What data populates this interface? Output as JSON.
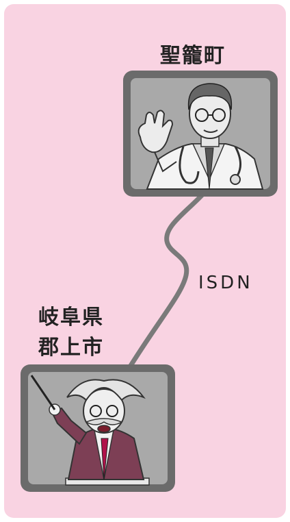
{
  "locations": {
    "remote": "聖籠町",
    "local_line1": "岐阜県",
    "local_line2": "郡上市"
  },
  "connection": {
    "label": "ISDN"
  },
  "colors": {
    "panel_bg": "#f9d3e2",
    "frame": "#6b6b6b",
    "screen_bg": "#a9a9a9",
    "cable": "#7a7a7a",
    "suit": "#7d3f55",
    "tie": "#b0124a"
  },
  "icons": {
    "remote_screen": "doctor-waving-icon",
    "local_screen": "teacher-pointer-icon"
  }
}
